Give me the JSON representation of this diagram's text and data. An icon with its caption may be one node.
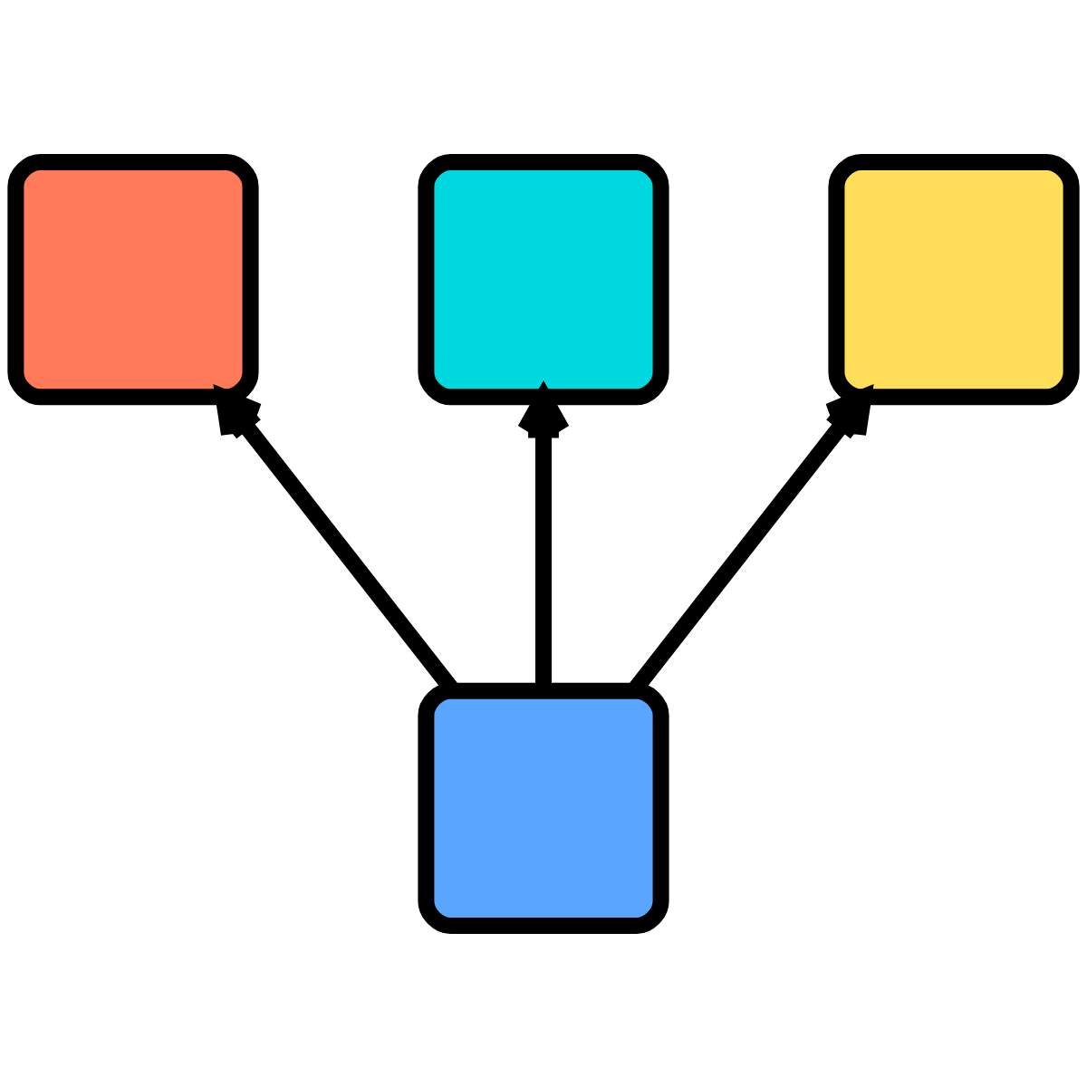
{
  "diagram": {
    "nodes": [
      {
        "text": [],
        "shape": "box"
      },
      {
        "text": [],
        "shape": "box"
      },
      {
        "text": [],
        "shape": "box"
      },
      {
        "text": [],
        "shape": "box"
      }
    ],
    "edges": [
      {
        "from": 3,
        "to": 0,
        "arrow": "to"
      },
      {
        "from": 3,
        "to": 1,
        "arrow": "to"
      },
      {
        "from": 3,
        "to": 2,
        "arrow": "to"
      }
    ]
  }
}
